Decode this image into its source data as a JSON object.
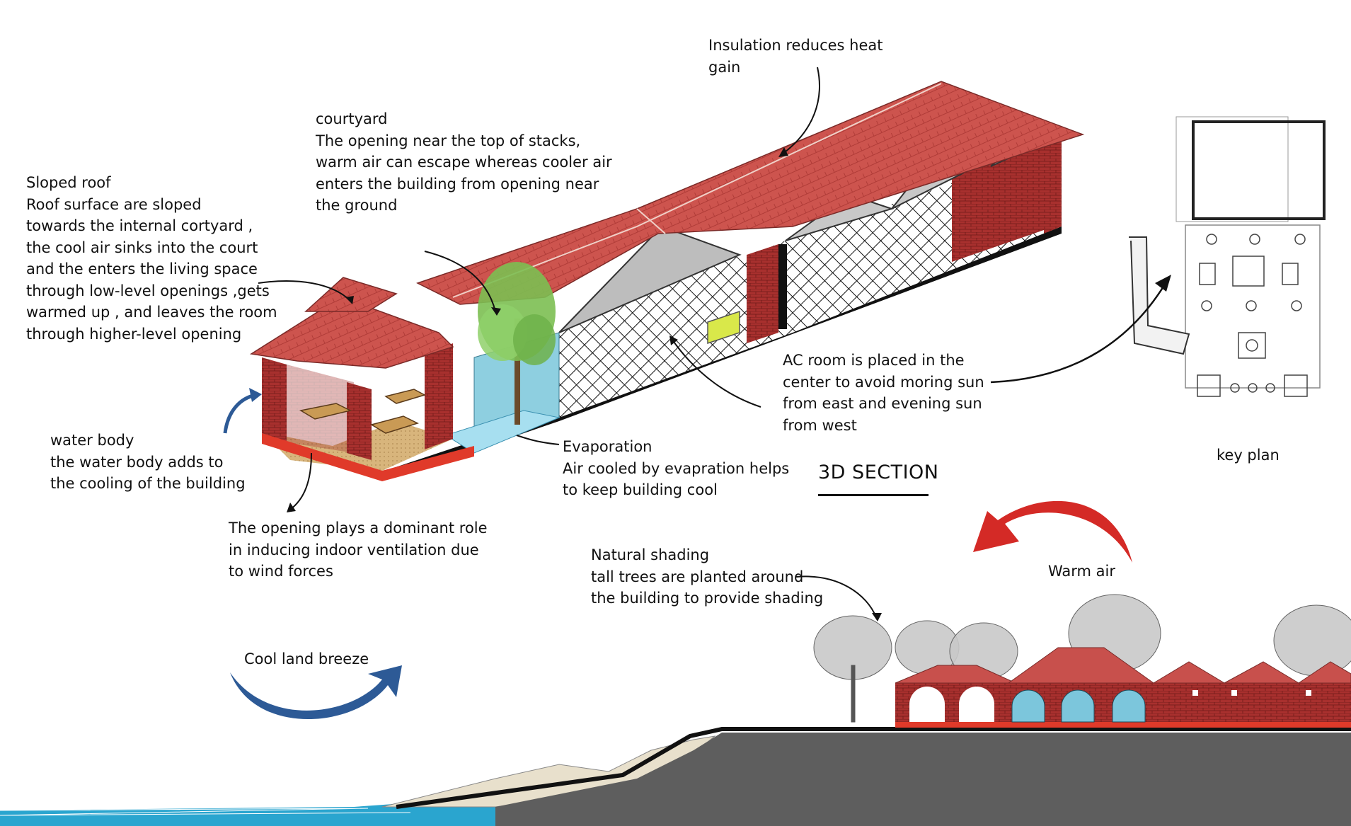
{
  "annotations": {
    "sloped_roof": [
      "Sloped roof",
      "Roof surface are sloped",
      "towards the internal cortyard ,",
      "the cool air sinks into the court",
      "and the enters the living space",
      "through low-level openings ,gets",
      "warmed up , and leaves the room",
      "through higher-level opening"
    ],
    "courtyard": [
      "courtyard",
      "The opening near the top of stacks,",
      "warm air can escape whereas cooler air",
      "enters the building from opening near",
      "the ground"
    ],
    "insulation": [
      "Insulation reduces heat",
      "gain"
    ],
    "ac_room": [
      "AC room is placed in the",
      "center to avoid moring sun",
      "from east and evening sun",
      "from west"
    ],
    "key_plan": [
      "key plan"
    ],
    "water_body": [
      "water body",
      "the water body adds to",
      "the cooling of the building"
    ],
    "evaporation": [
      "Evaporation",
      "Air cooled by evapration  helps",
      "to keep building cool"
    ],
    "opening": [
      "The opening plays a dominant role",
      "in inducing indoor ventilation due",
      "to wind forces"
    ],
    "natural_shading": [
      "Natural shading",
      "tall trees are planted around",
      "the building to provide shading"
    ],
    "warm_air": [
      "Warm air"
    ],
    "cool_breeze": [
      "Cool land breeze"
    ]
  },
  "section_title": "3D SECTION",
  "colors": {
    "roof": "#c8504c",
    "brick": "#a8302e",
    "plinth": "#e03a2a",
    "warm_arrow": "#d42a26",
    "cool_arrow": "#2d5a96",
    "water": "#2aa5cf",
    "ground": "#666666",
    "tree": "#7cbf52"
  },
  "icons": [
    "arrow-icon",
    "tree-icon",
    "table-icon"
  ]
}
